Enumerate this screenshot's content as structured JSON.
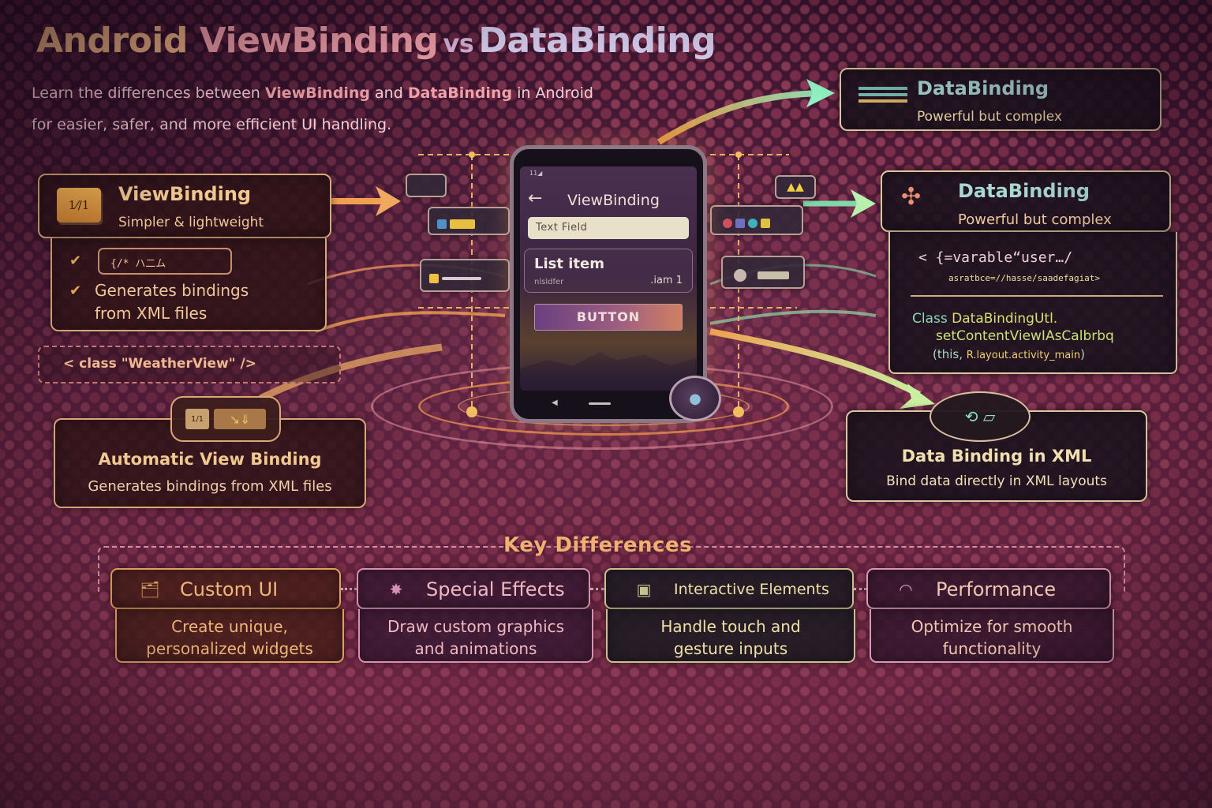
{
  "title": {
    "part1": "Android ",
    "part2": "ViewBinding",
    "vs": "vs",
    "part3": "DataBinding"
  },
  "subtitle": {
    "pre": "Learn the differences between ",
    "vb": "ViewBinding",
    "mid": " and ",
    "db": "DataBinding",
    "post": " in Android",
    "line2": "for easier, safer, and more efficient UI handling."
  },
  "viewbinding": {
    "icon_text": "1⁄∕1",
    "title": "ViewBinding",
    "subtitle": "Simpler & lightweight",
    "check_icon": "✔",
    "code_snippet": "{/*  ハ二ム",
    "feature_line1": "Generates bindings",
    "feature_line2": "from XML files"
  },
  "weather_tag": "< class \"WeatherView\" />",
  "automatic_view_binding": {
    "icon1": "1/1",
    "icon2": "↘⇓",
    "title": "Automatic View Binding",
    "subtitle": "Generates bindings from XML files"
  },
  "phone": {
    "status": "11◢",
    "back_icon": "←",
    "app_title": "ViewBinding",
    "text_field": "Text Field",
    "list_item_title": "List item",
    "list_item_sub": "nlsldfer",
    "list_item_meta": ".iam 1",
    "button_label": "BUTTON",
    "nav_back": "◀"
  },
  "databinding_top": {
    "title": "DataBinding",
    "subtitle": "Powerful but complex"
  },
  "databinding_second": {
    "title": "DataBinding",
    "subtitle": "Powerful but complex"
  },
  "code": {
    "line1": "< {=varable“user…/",
    "line2": "asratbce=//hasse/saadefagiat>",
    "line3_keyword": "Class ",
    "line3_class": "DataBindingUtl.",
    "line4": "setContentViewIAsCalbrbq",
    "line5_pre": "(this, ",
    "line5_res": "R.layout.activity_main",
    "line5_post": ")"
  },
  "data_binding_xml": {
    "title": "Data Binding in XML",
    "subtitle": "Bind data directly in XML layouts"
  },
  "key_differences": {
    "title": "Key Differences",
    "items": [
      {
        "icon": "🗂",
        "label": "Custom UI",
        "desc1": "Create unique,",
        "desc2": "personalized widgets",
        "color": "#f0b878",
        "border": "#e0a060",
        "bg": "rgba(70,30,25,0.85)"
      },
      {
        "icon": "✸",
        "label": "Special Effects",
        "desc1": "Draw custom graphics",
        "desc2": "and animations",
        "color": "#f0b8c0",
        "border": "#d890b0",
        "bg": "rgba(55,25,50,0.85)"
      },
      {
        "icon": "▣",
        "label": "Interactive Elements",
        "desc1": "Handle touch and",
        "desc2": "gesture inputs",
        "color": "#f0e0a8",
        "border": "#c8c090",
        "bg": "rgba(30,28,35,0.9)"
      },
      {
        "icon": "◠",
        "label": "Performance",
        "desc1": "Optimize for smooth",
        "desc2": "functionality",
        "color": "#f0c8b0",
        "border": "#d898b8",
        "bg": "rgba(50,22,45,0.85)"
      }
    ]
  },
  "colors": {
    "background": "#5a1f3a",
    "accent_orange": "#f0b070",
    "accent_pink": "#f0a0a8",
    "accent_teal": "#a8d8d0",
    "arrow_green": "#90f0b0"
  }
}
